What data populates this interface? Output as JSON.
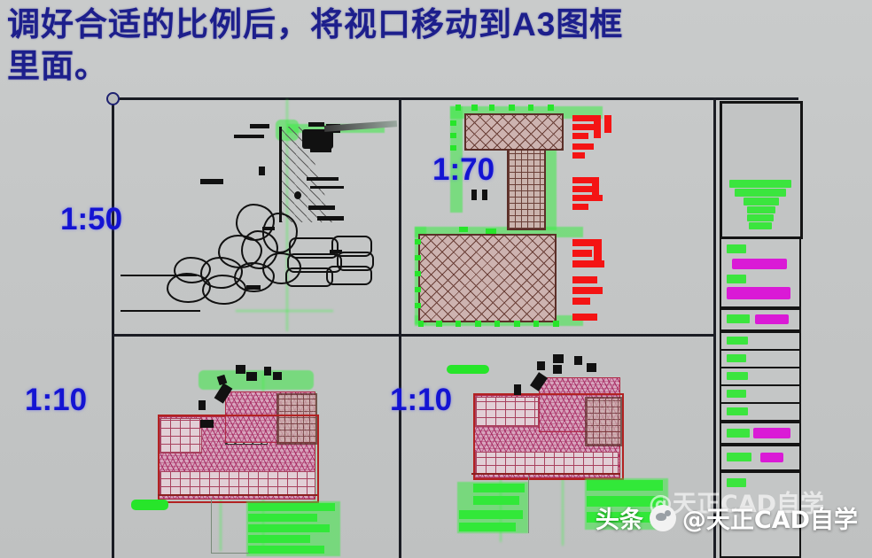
{
  "slide": {
    "title_line1": "调好合适的比例后，将视口移动到A3图框",
    "title_line2": "里面。",
    "title_color": "#1d1f8c",
    "background_color": "#c6c8c8"
  },
  "viewports": [
    {
      "id": "vp-top-left",
      "scale_label": "1:50",
      "drawing": "retaining-wall-section",
      "position": "top-left"
    },
    {
      "id": "vp-top-right",
      "scale_label": "1:70",
      "drawing": "foundation-plan",
      "position": "top-right"
    },
    {
      "id": "vp-bottom-left",
      "scale_label": "1:10",
      "drawing": "detail-section-a",
      "position": "bottom-left"
    },
    {
      "id": "vp-bottom-right",
      "scale_label": "1:10",
      "drawing": "detail-section-b",
      "position": "bottom-right"
    }
  ],
  "scale_labels": {
    "top_left": "1:50",
    "top_right": "1:70",
    "bottom_left": "1:10",
    "bottom_right": "1:10",
    "color": "#1414d2"
  },
  "frame": {
    "name": "A3图框",
    "grip_color": "#1e2170",
    "line_color": "#191b22"
  },
  "title_block": {
    "label": "title-block",
    "highlight_color": "#da1ad6",
    "text_color": "#3be53e",
    "rows": 12
  },
  "watermark": {
    "source": "头条",
    "account": "@天正CAD自学",
    "color": "#ffffff"
  },
  "annotation_colors": {
    "green_text": "#27e52a",
    "red_text": "#f41414",
    "magenta_selection": "#d916d9",
    "black_geometry": "#111111"
  }
}
